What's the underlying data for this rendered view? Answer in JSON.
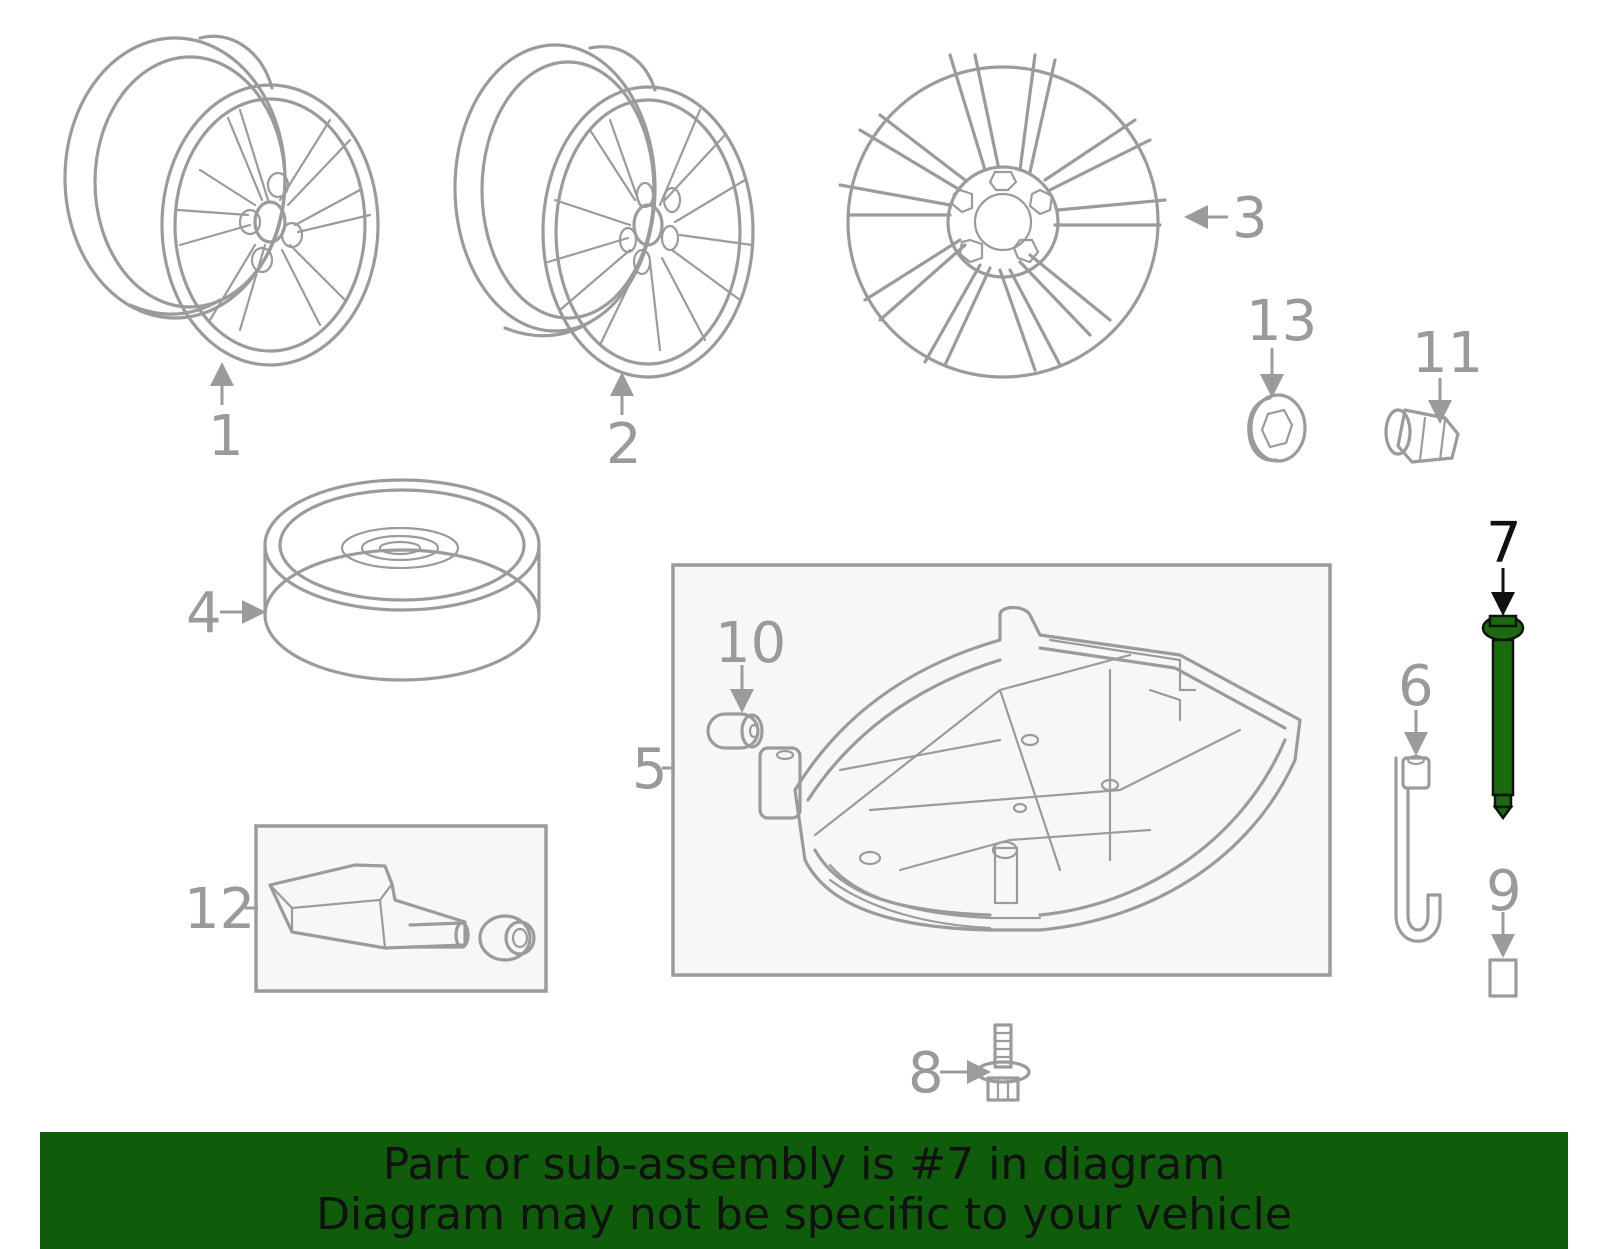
{
  "callouts": {
    "c1": "1",
    "c2": "2",
    "c3": "3",
    "c4": "4",
    "c5": "5",
    "c6": "6",
    "c7": "7",
    "c8": "8",
    "c9": "9",
    "c10": "10",
    "c11": "11",
    "c12": "12",
    "c13": "13"
  },
  "highlight": {
    "part": "7",
    "color": "#1b6a0f"
  },
  "banner": {
    "line1": "Part or sub-assembly is #7 in diagram",
    "line2": "Diagram may not be specific to your vehicle",
    "background": "#0f5c0b"
  }
}
